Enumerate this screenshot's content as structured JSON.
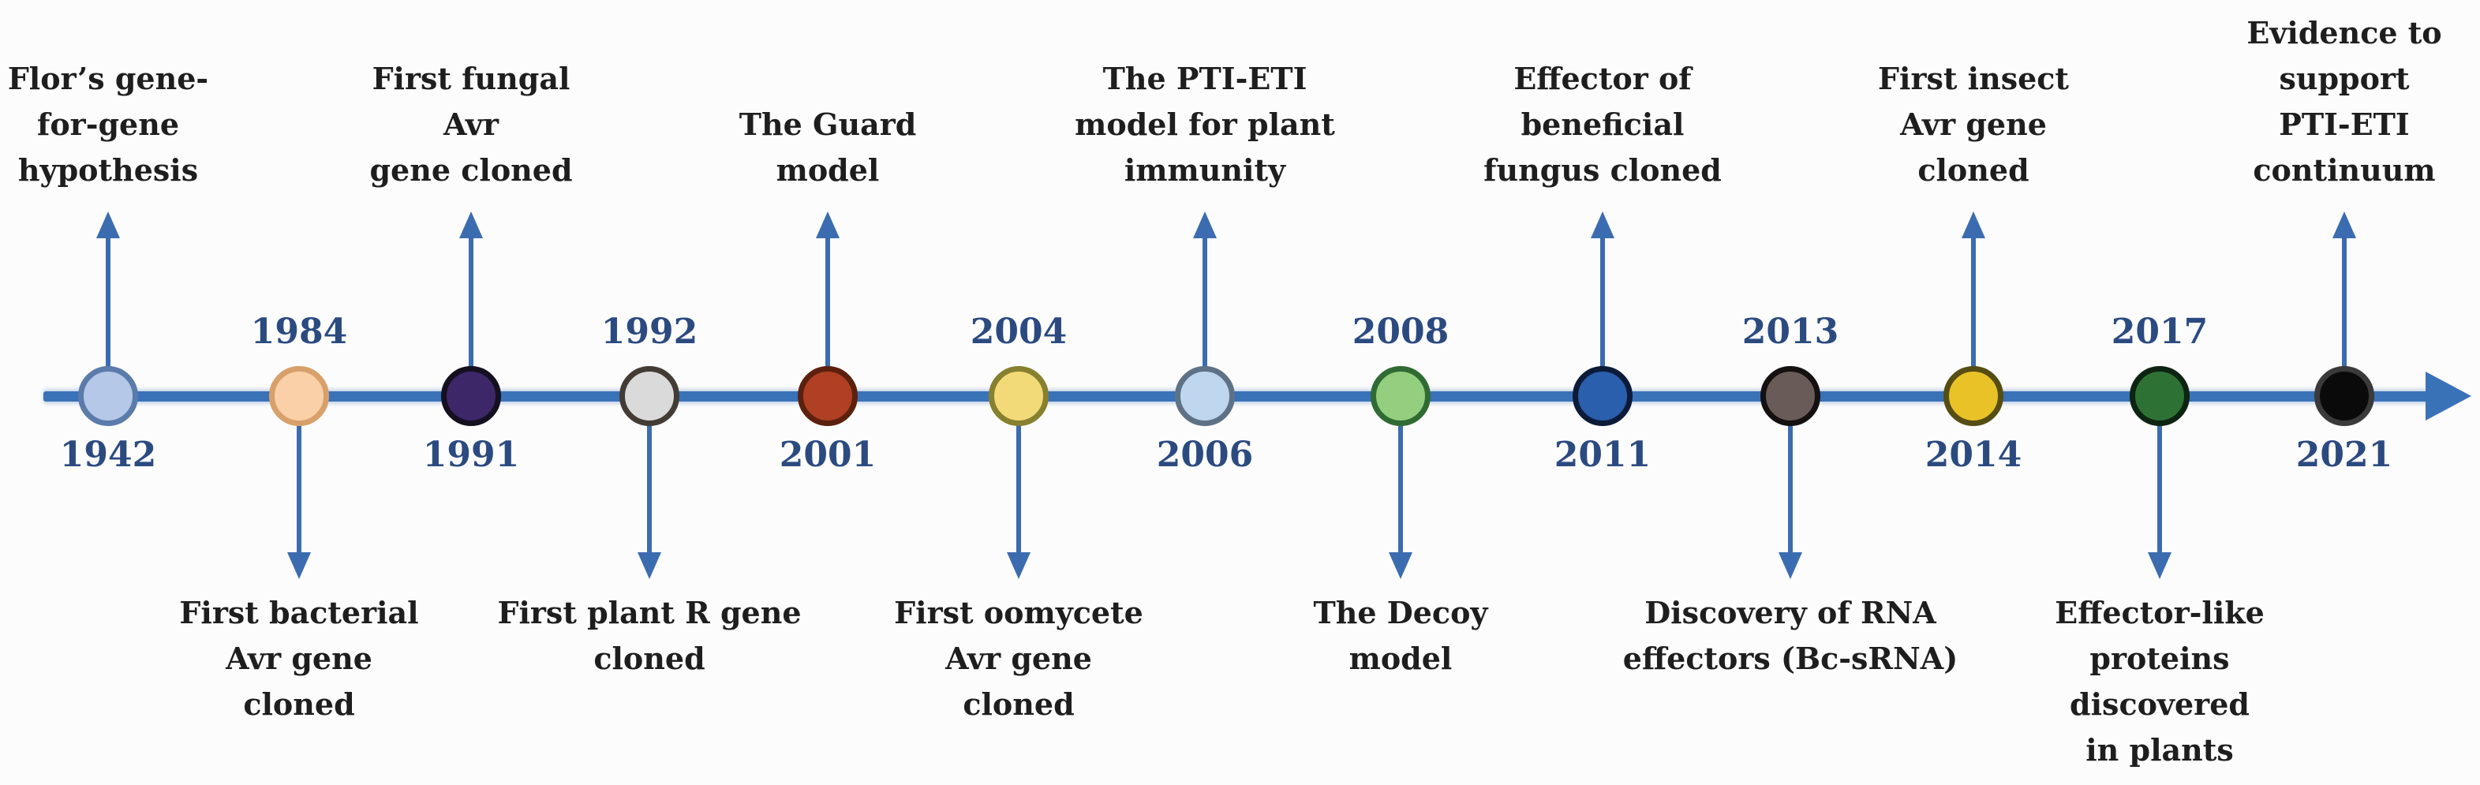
{
  "timeline": {
    "colors": {
      "background": "#fcfcfc",
      "axis": "#3a72b8",
      "stem": "#3c6cb0",
      "year_text": "#2b4a80",
      "event_text": "#1e1e1e"
    },
    "axis": {
      "direction": "left-to-right",
      "arrowhead": "right"
    },
    "events": [
      {
        "year": "1942",
        "side": "up",
        "lines": [
          "Flor’s gene-",
          "for-gene",
          "hypothesis"
        ],
        "marker_fill": "#b5c8e8",
        "marker_border": "#5b7bab"
      },
      {
        "year": "1984",
        "side": "down",
        "lines": [
          "First bacterial",
          "Avr gene",
          "cloned"
        ],
        "marker_fill": "#f9d0a7",
        "marker_border": "#d8a06a"
      },
      {
        "year": "1991",
        "side": "up",
        "lines": [
          "First fungal",
          "Avr",
          "gene cloned"
        ],
        "marker_fill": "#3d2769",
        "marker_border": "#15101f"
      },
      {
        "year": "1992",
        "side": "down",
        "lines": [
          "First plant R gene",
          "cloned"
        ],
        "marker_fill": "#dadada",
        "marker_border": "#433c35"
      },
      {
        "year": "2001",
        "side": "up",
        "lines": [
          "The Guard",
          "model"
        ],
        "marker_fill": "#b04023",
        "marker_border": "#5c200e"
      },
      {
        "year": "2004",
        "side": "down",
        "lines": [
          "First oomycete",
          "Avr gene",
          "cloned"
        ],
        "marker_fill": "#f3da78",
        "marker_border": "#87802f"
      },
      {
        "year": "2006",
        "side": "up",
        "lines": [
          "The PTI-ETI",
          "model for plant",
          "immunity"
        ],
        "marker_fill": "#bed7ee",
        "marker_border": "#5e7287"
      },
      {
        "year": "2008",
        "side": "down",
        "lines": [
          "The Decoy",
          "model"
        ],
        "marker_fill": "#93cf7e",
        "marker_border": "#2f6b33"
      },
      {
        "year": "2011",
        "side": "up",
        "lines": [
          "Effector of",
          "beneficial",
          "fungus cloned"
        ],
        "marker_fill": "#2a5fae",
        "marker_border": "#0c1b38"
      },
      {
        "year": "2013",
        "side": "down",
        "lines": [
          "Discovery of RNA",
          "effectors (Bc-sRNA)"
        ],
        "marker_fill": "#695b58",
        "marker_border": "#141110"
      },
      {
        "year": "2014",
        "side": "up",
        "lines": [
          "First insect",
          "Avr gene",
          "cloned"
        ],
        "marker_fill": "#e9c227",
        "marker_border": "#554d13"
      },
      {
        "year": "2017",
        "side": "down",
        "lines": [
          "Effector-like",
          "proteins",
          "discovered",
          "in plants"
        ],
        "marker_fill": "#2e7135",
        "marker_border": "#0d2412"
      },
      {
        "year": "2021",
        "side": "up",
        "lines": [
          "Evidence to",
          "support",
          "PTI-ETI",
          "continuum"
        ],
        "marker_fill": "#0a0a0a",
        "marker_border": "#3a3a3a"
      }
    ]
  }
}
